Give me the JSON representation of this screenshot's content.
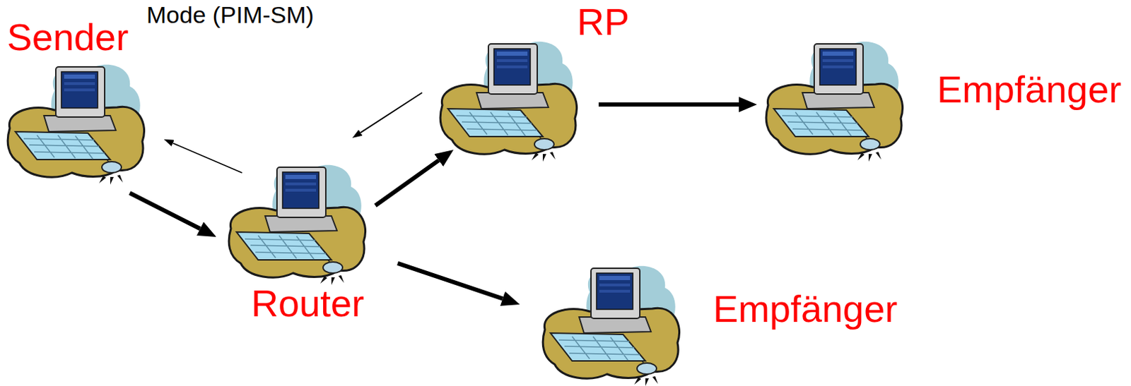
{
  "diagram": {
    "title": "Mode (PIM-SM)",
    "nodes": [
      {
        "text": [
          "Sender"
        ]
      },
      {
        "text": [
          "RP"
        ]
      },
      {
        "text": [
          "Empfänger"
        ]
      },
      {
        "text": [
          "Router"
        ]
      },
      {
        "text": [
          "Empfänger"
        ]
      }
    ],
    "edges": [
      {
        "from": 0,
        "to": 3,
        "arrow": "to"
      },
      {
        "from": 3,
        "to": 1,
        "arrow": "to"
      },
      {
        "from": 1,
        "to": 3,
        "arrow": "to"
      },
      {
        "from": 3,
        "to": 0,
        "arrow": "to"
      },
      {
        "from": 3,
        "to": 4,
        "arrow": "to"
      },
      {
        "from": 1,
        "to": 2,
        "arrow": "to"
      }
    ]
  }
}
